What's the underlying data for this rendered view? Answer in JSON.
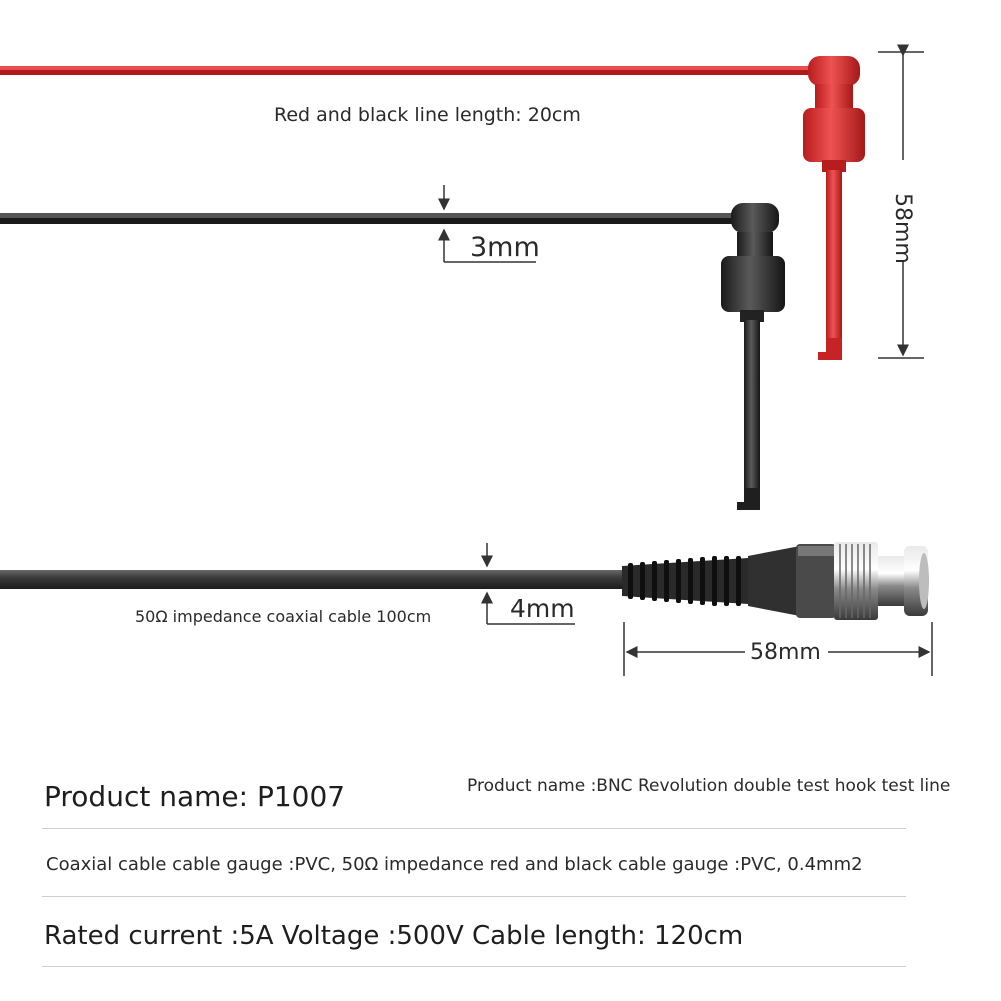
{
  "labels": {
    "red_black_length": "Red and black line length: 20cm",
    "coax_cable": "50Ω impedance coaxial cable 100cm",
    "black_thickness": "3mm",
    "coax_thickness": "4mm",
    "hook_height": "58mm",
    "bnc_length": "58mm"
  },
  "specs": {
    "product_name": "Product name: P1007",
    "product_full_name": "Product name :BNC Revolution double test hook test line",
    "gauge": "Coaxial cable cable gauge :PVC, 50Ω impedance red and black cable gauge :PVC, 0.4mm2",
    "rating": "Rated current :5A Voltage :500V Cable length: 120cm"
  },
  "colors": {
    "red_lead": "#d42a2a",
    "black_lead": "#2b2b2b",
    "coax": "#3a3a3a"
  }
}
